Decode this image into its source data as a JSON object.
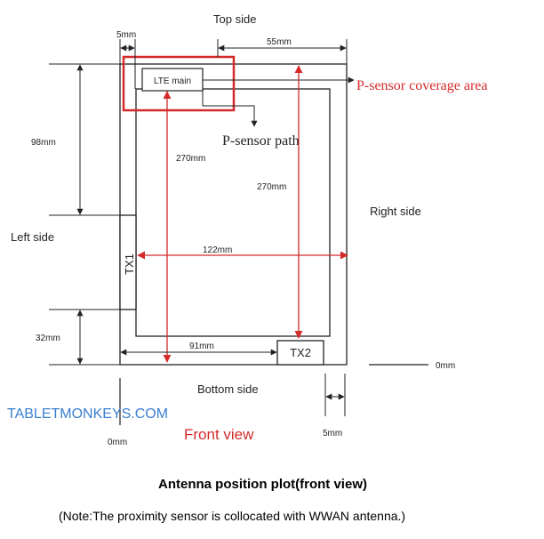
{
  "labels": {
    "top_side": "Top side",
    "left_side": "Left side",
    "right_side": "Right side",
    "bottom_side": "Bottom side",
    "front_view": "Front view",
    "p_sensor_coverage": "P-sensor coverage area",
    "p_sensor_path": "P-sensor path",
    "lte_main": "LTE main",
    "tx1": "TX1",
    "tx2": "TX2",
    "watermark": "TABLETMONKEYS.COM"
  },
  "dimensions": {
    "top_left_5mm": "5mm",
    "top_55mm": "55mm",
    "left_98mm": "98mm",
    "left_32mm": "32mm",
    "vertical_270mm_a": "270mm",
    "vertical_270mm_b": "270mm",
    "width_122mm": "122mm",
    "bottom_91mm": "91mm",
    "right_0mm": "0mm",
    "bottom_0mm": "0mm",
    "bottom_right_5mm": "5mm"
  },
  "caption": {
    "title": "Antenna position plot(front view)",
    "note": "(Note:The proximity sensor is collocated with WWAN antenna.)"
  },
  "colors": {
    "line": "#222222",
    "accent_red": "#d42a2a",
    "watermark_blue": "#3a7fd0"
  }
}
